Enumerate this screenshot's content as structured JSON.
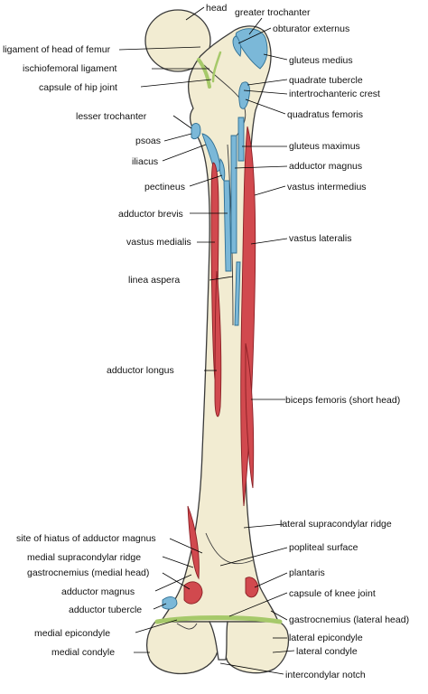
{
  "diagram": {
    "labels": {
      "head": "head",
      "greater_trochanter": "greater trochanter",
      "ligament_head_femur": "ligament of head of femur",
      "obturator_externus": "obturator externus",
      "ischiofemoral_ligament": "ischiofemoral ligament",
      "gluteus_medius": "gluteus medius",
      "capsule_hip_joint": "capsule of hip joint",
      "quadrate_tubercle": "quadrate tubercle",
      "intertrochanteric_crest": "intertrochanteric crest",
      "quadratus_femoris": "quadratus femoris",
      "lesser_trochanter": "lesser trochanter",
      "psoas": "psoas",
      "gluteus_maximus": "gluteus maximus",
      "iliacus": "iliacus",
      "adductor_magnus_upper": "adductor magnus",
      "pectineus": "pectineus",
      "vastus_intermedius": "vastus intermedius",
      "adductor_brevis": "adductor brevis",
      "vastus_medialis": "vastus medialis",
      "vastus_lateralis": "vastus lateralis",
      "linea_aspera": "linea aspera",
      "adductor_longus": "adductor longus",
      "biceps_femoris": "biceps femoris (short head)",
      "lateral_supracondylar_ridge": "lateral supracondylar ridge",
      "site_hiatus": "site of hiatus of adductor magnus",
      "popliteal_surface": "popliteal surface",
      "medial_supracondylar_ridge": "medial supracondylar ridge",
      "gastrocnemius_medial": "gastrocnemius (medial head)",
      "plantaris": "plantaris",
      "adductor_magnus_lower": "adductor magnus",
      "capsule_knee_joint": "capsule of knee joint",
      "adductor_tubercle": "adductor tubercle",
      "gastrocnemius_lateral": "gastrocnemius (lateral head)",
      "medial_epicondyle": "medial epicondyle",
      "lateral_epicondyle": "lateral epicondyle",
      "medial_condyle": "medial condyle",
      "lateral_condyle": "lateral condyle",
      "intercondylar_notch": "intercondylar notch"
    },
    "colors": {
      "bone_fill": "#f2ecd2",
      "bone_outline": "#3a3a3a",
      "muscle_origin_red": "#d1494e",
      "muscle_insertion_blue": "#7bb8d8",
      "capsule_green": "#a6c96a",
      "leader_line": "#000000"
    }
  }
}
